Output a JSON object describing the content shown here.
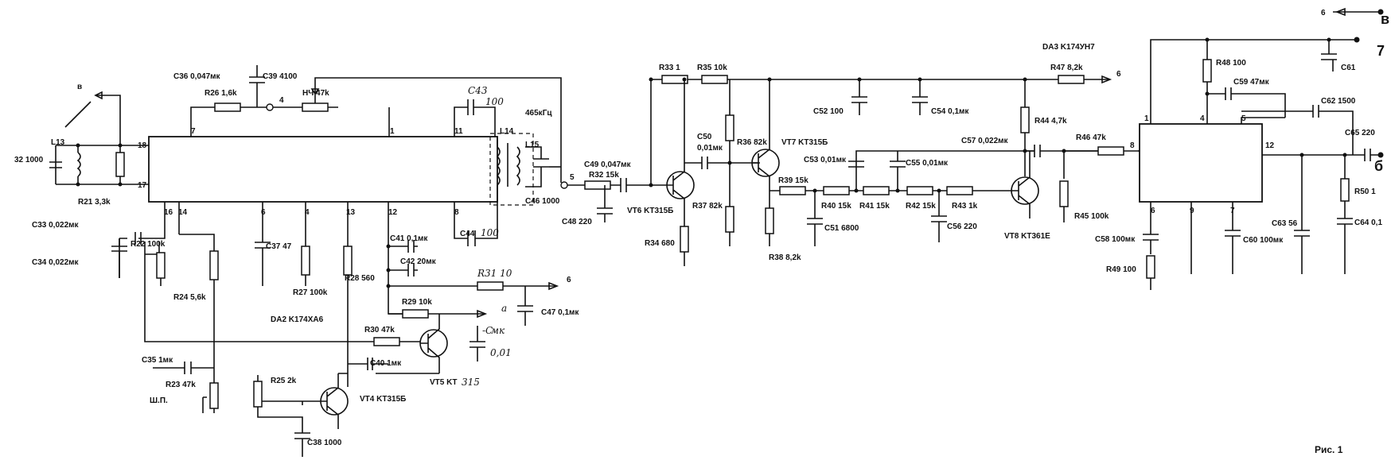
{
  "ics": {
    "da2": "DA2 K174XA6",
    "da3": "DA3 K174УН7"
  },
  "da2_pins": [
    "7",
    "1",
    "11",
    "18",
    "17",
    "16",
    "14",
    "6",
    "4",
    "13",
    "12",
    "8"
  ],
  "da3_pins": [
    "1",
    "4",
    "5",
    "8",
    "12",
    "6",
    "9",
    "7"
  ],
  "transistors": {
    "vt4": "VT4 KT315Б",
    "vt5": "VT5 KT",
    "vt5_hand": "315",
    "vt6": "VT6 KT315Б",
    "vt7": "VT7 KT315Б",
    "vt8": "VT8 KT361E"
  },
  "resistors": {
    "r21": "R21 3,3k",
    "r22": "R22 100k",
    "r23": "R23 47k",
    "r24": "R24 5,6k",
    "r25": "R25 2k",
    "r26": "R26 1,6k",
    "r27": "R27 100k",
    "r28": "R28 560",
    "r29": "R29 10k",
    "r30": "R30 47k",
    "r31_hand": "R31 10",
    "r32": "R32 15k",
    "r33": "R33 1",
    "r34": "R34 680",
    "r35": "R35 10k",
    "r36": "R36 82k",
    "r37": "R37 82k",
    "r38": "R38 8,2k",
    "r39": "R39 15k",
    "r40": "R40 15k",
    "r41": "R41 15k",
    "r42": "R42 15k",
    "r43": "R43 1k",
    "r44": "R44 4,7k",
    "r45": "R45 100k",
    "r46": "R46 47k",
    "r47": "R47 8,2k",
    "r48": "R48 100",
    "r49": "R49 100",
    "r50": "R50 1",
    "hch": "НЧ 47k"
  },
  "capacitors": {
    "c32": "32 1000",
    "c33": "C33 0,022мк",
    "c34": "C34 0,022мк",
    "c35": "C35 1мк",
    "c36": "C36 0,047мк",
    "c37": "C37 47",
    "c38": "C38 1000",
    "c39": "C39 4100",
    "c40": "C40 1мк",
    "c41": "C41 0,1мк",
    "c42": "C42 20мк",
    "c43_hand": "C43",
    "c43_val_hand": "100",
    "c44": "C44",
    "c44_val_hand": "100",
    "c46": "C46 1000",
    "c47": "C47 0,1мк",
    "c48": "C48 220",
    "c49": "C49 0,047мк",
    "c50a": "C50",
    "c50b": "0,01мк",
    "c51": "C51 6800",
    "c52": "C52 100",
    "c53": "C53 0,01мк",
    "c54": "C54 0,1мк",
    "c55": "C55 0,01мк",
    "c56": "C56 220",
    "c57": "C57 0,022мк",
    "c58": "C58 100мк",
    "c59": "C59 47мк",
    "c60": "C60 100мк",
    "c61": "C61",
    "c62": "C62 1500",
    "c63": "C63 56",
    "c64": "C64 0,1",
    "c65": "C65 220",
    "cmk_hand": "-C",
    "cmk2_hand": "мк",
    "c001_hand": "0,01"
  },
  "inductors": {
    "l13": "L13",
    "l14": "L14",
    "l15": "L15",
    "if_freq": "465кГц"
  },
  "nodes": {
    "v_top": "в",
    "n4": "4",
    "n5": "5",
    "n6a": "6",
    "n6b": "6",
    "n6c": "6",
    "n6_top": "6",
    "n7": "7",
    "n_b_right": "в",
    "n6_right": "б",
    "n_a_hand": "a",
    "shp": "Ш.П."
  },
  "caption": "Рис. 1"
}
